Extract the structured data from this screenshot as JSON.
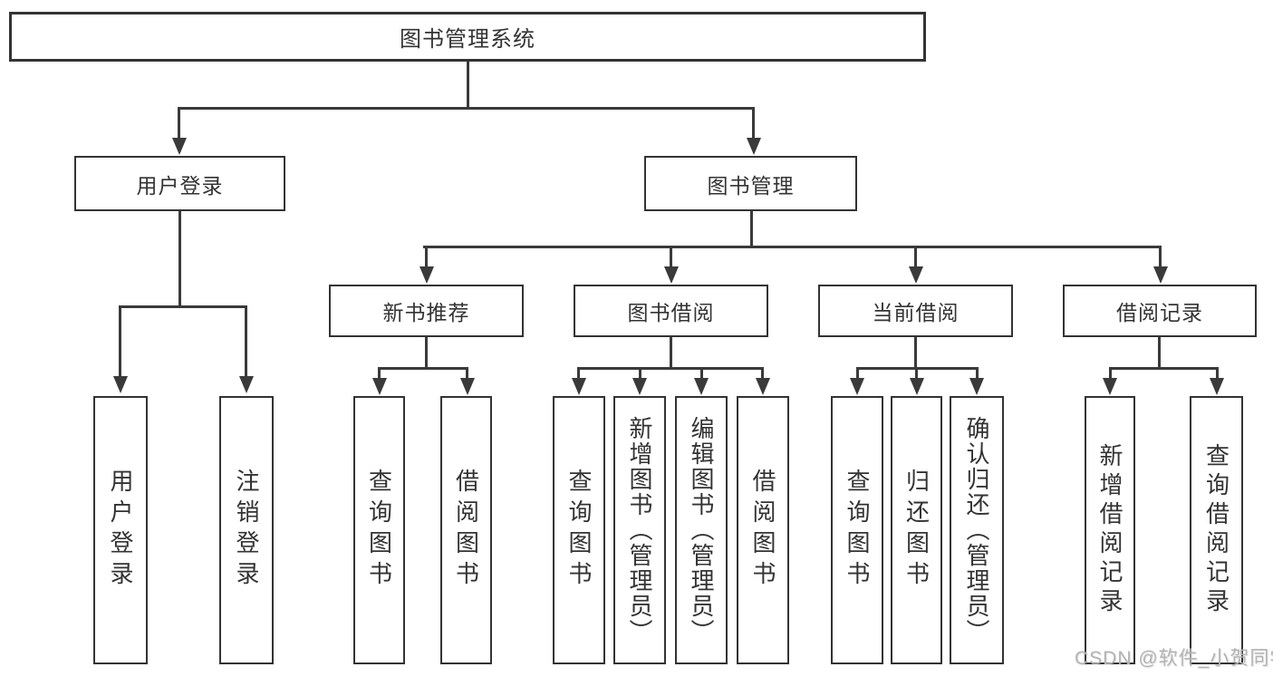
{
  "title": "图书管理系统",
  "colors": {
    "line": "#3a3a3a",
    "box_border": "#333333",
    "text": "#333333",
    "background": "#ffffff",
    "watermark": "#b3b3b3"
  },
  "nodes": {
    "root": "图书管理系统",
    "level2": {
      "user_login": "用户登录",
      "book_management": "图书管理"
    },
    "user_login_children": [
      "用户登录",
      "注销登录"
    ],
    "modules": [
      "新书推荐",
      "图书借阅",
      "当前借阅",
      "借阅记录"
    ],
    "new_book_children": [
      "查询图书",
      "借阅图书"
    ],
    "book_borrow_children": [
      "查询图书",
      "新增图书（管理员）",
      "编辑图书（管理员）",
      "借阅图书"
    ],
    "current_borrow_children": [
      "查询图书",
      "归还图书",
      "确认归还（管理员）"
    ],
    "borrow_record_children": [
      "新增借阅记录",
      "查询借阅记录"
    ]
  },
  "watermark": "CSDN @软件_小贺同学"
}
